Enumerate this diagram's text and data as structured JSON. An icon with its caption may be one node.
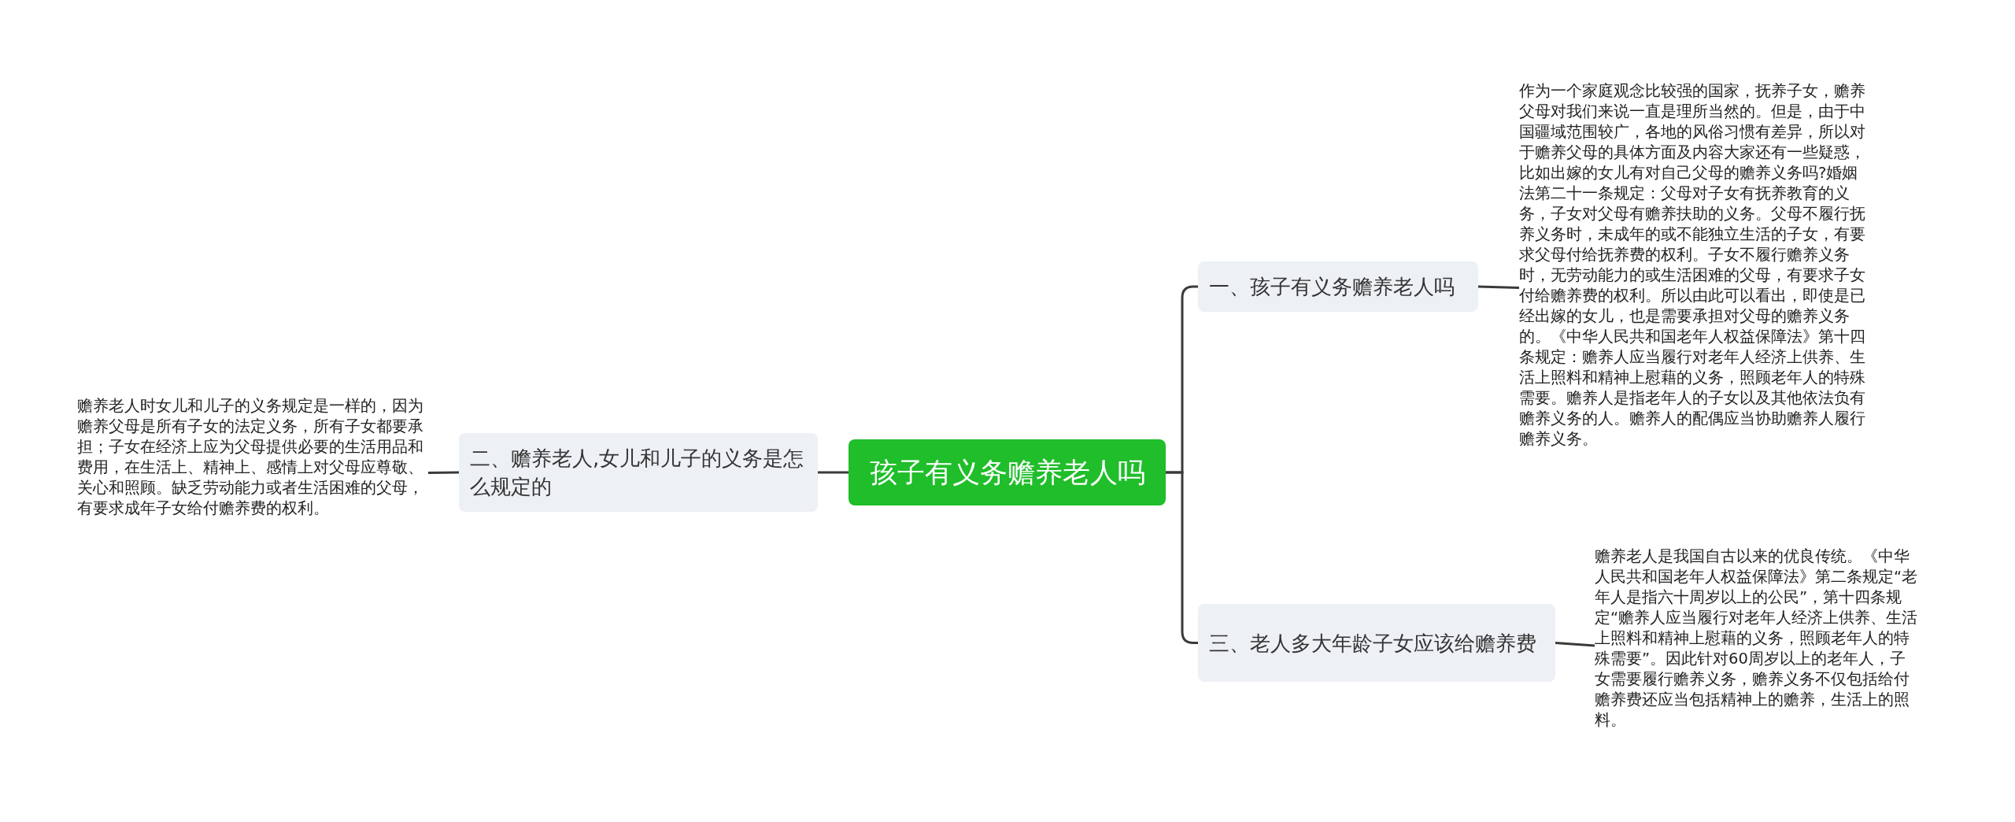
{
  "diagram": {
    "nodes": [
      {
        "text": [
          "孩子有义务赡养老人吗"
        ]
      },
      {
        "text": [
          "二、赡养老人,女儿和儿子的义务是怎么规定的"
        ]
      },
      {
        "text": [
          "赡养老人时女儿和儿子的义务规定是一样的，因为赡养父母是所有子女的法定义务，所有子女都要承担；子女在经济上应为父母提供必要的生活用品和费用，在生活上、精神上、感情上对父母应尊敬、关心和照顾。缺乏劳动能力或者生活困难的父母，有要求成年子女给付赡养费的权利。"
        ]
      },
      {
        "text": [
          "一、孩子有义务赡养老人吗"
        ]
      },
      {
        "text": [
          "作为一个家庭观念比较强的国家，抚养子女，赡养父母对我们来说一直是理所当然的。但是，由于中国疆域范围较广，各地的风俗习惯有差异，所以对于赡养父母的具体方面及内容大家还有一些疑惑，比如出嫁的女儿有对自己父母的赡养义务吗?婚姻法第二十一条规定：父母对子女有抚养教育的义务，子女对父母有赡养扶助的义务。父母不履行抚养义务时，未成年的或不能独立生活的子女，有要求父母付给抚养费的权利。子女不履行赡养义务时，无劳动能力的或生活困难的父母，有要求子女付给赡养费的权利。所以由此可以看出，即使是已经出嫁的女儿，也是需要承担对父母的赡养义务的。《中华人民共和国老年人权益保障法》第十四条规定：赡养人应当履行对老年人经济上供养、生活上照料和精神上慰藉的义务，照顾老年人的特殊需要。赡养人是指老年人的子女以及其他依法负有赡养义务的人。赡养人的配偶应当协助赡养人履行赡养义务。"
        ]
      },
      {
        "text": [
          "三、老人多大年龄子女应该给赡养费"
        ]
      },
      {
        "text": [
          "赡养老人是我国自古以来的优良传统。《中华人民共和国老年人权益保障法》第二条规定“老年人是指六十周岁以上的公民”，第十四条规定“赡养人应当履行对老年人经济上供养、生活上照料和精神上慰藉的义务，照顾老年人的特殊需要”。因此针对60周岁以上的老年人，子女需要履行赡养义务，赡养义务不仅包括给付赡养费还应当包括精神上的赡养，生活上的照料。"
        ]
      }
    ],
    "edges": [
      {
        "from": 0,
        "to": 1,
        "arrow": "none"
      },
      {
        "from": 1,
        "to": 2,
        "arrow": "none"
      },
      {
        "from": 0,
        "to": 3,
        "arrow": "none"
      },
      {
        "from": 3,
        "to": 4,
        "arrow": "none"
      },
      {
        "from": 0,
        "to": 5,
        "arrow": "none"
      },
      {
        "from": 5,
        "to": 6,
        "arrow": "none"
      }
    ]
  }
}
